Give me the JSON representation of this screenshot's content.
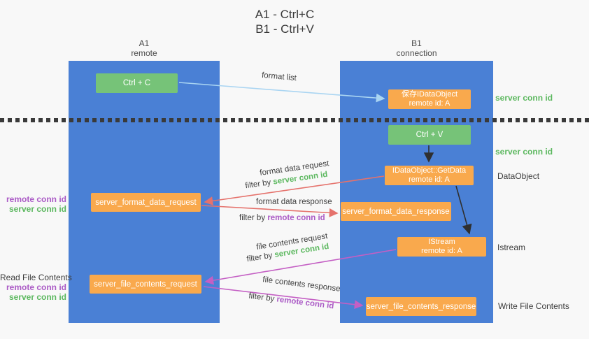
{
  "title": {
    "line1": "A1 - Ctrl+C",
    "line2": "B1 - Ctrl+V"
  },
  "lanes": {
    "left": {
      "name": "A1",
      "role": "remote"
    },
    "right": {
      "name": "B1",
      "role": "connection"
    }
  },
  "nodes": {
    "ctrl_c": {
      "label": "Ctrl + C"
    },
    "ctrl_v": {
      "label": "Ctrl + V"
    },
    "save_idataobject": {
      "line1": "保存IDataObject",
      "line2": "remote id: A"
    },
    "getdata": {
      "line1": "IDataObject::GetData",
      "line2": "remote id: A"
    },
    "istream": {
      "line1": "IStream",
      "line2": "remote id: A"
    },
    "format_request": {
      "label": "server_format_data_request"
    },
    "format_response": {
      "label": "server_format_data_response"
    },
    "file_request": {
      "label": "server_file_contents_request"
    },
    "file_response": {
      "label": "server_file_contents_response"
    }
  },
  "edges": {
    "format_list": {
      "label": "format list"
    },
    "format_request": {
      "line1": "format data request",
      "filter_prefix": "filter by",
      "filter_key": "server conn id"
    },
    "format_response": {
      "line1": "format data response",
      "filter_prefix": "filter by",
      "filter_key": "remote conn id"
    },
    "file_request": {
      "line1": "file contents request",
      "filter_prefix": "filter by",
      "filter_key": "server conn id"
    },
    "file_response": {
      "line1": "file contents response",
      "filter_prefix": "filter by",
      "filter_key": "remote conn id"
    }
  },
  "side_labels": {
    "right_conn_top": "server conn id",
    "right_conn_mid": "server conn id",
    "dataobject": "DataObject",
    "istream": "Istream",
    "write_file": "Write File Contents",
    "left_remote_conn_1": "remote conn id",
    "left_server_conn_1": "server conn id",
    "read_file": "Read File Contents",
    "left_remote_conn_2": "remote conn id",
    "left_server_conn_2": "server conn id"
  },
  "colors": {
    "lane_blue": "#4a80d5",
    "node_green": "#76c378",
    "node_orange": "#f9a94d",
    "arrow_light_blue": "#aad5f2",
    "arrow_red": "#e5726c",
    "arrow_magenta": "#c45fc4",
    "arrow_black": "#2f2f2f",
    "keyword_green": "#5cb85f",
    "keyword_purple": "#ab5bc6"
  }
}
